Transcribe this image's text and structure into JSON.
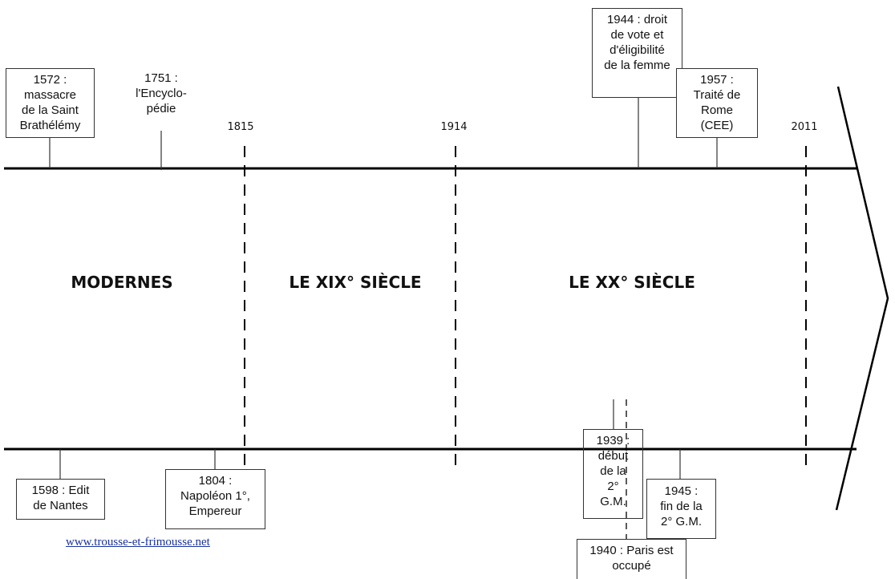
{
  "years": {
    "y1815": "1815",
    "y1914": "1914",
    "y2011": "2011"
  },
  "periods": {
    "modernes": "MODERNES",
    "xix": "LE XIX° SIÈCLE",
    "xx": "LE XX° SIÈCLE"
  },
  "events": {
    "e1572": [
      "1572 :",
      "massacre",
      "de la Saint",
      "Brathélémy"
    ],
    "e1751": [
      "1751 :",
      "l'Encyclo-",
      "pédie"
    ],
    "e1944": [
      "1944 : droit",
      "de vote et",
      "d'éligibilité",
      "de la femme"
    ],
    "e1957": [
      "1957 :",
      "Traité de",
      "Rome",
      "(CEE)"
    ],
    "e1598": [
      "1598 : Edit",
      "de Nantes"
    ],
    "e1804": [
      "1804 :",
      "Napoléon 1°,",
      "Empereur"
    ],
    "e1939": [
      "1939 :",
      "début",
      "de la",
      "2°",
      "G.M."
    ],
    "e1945": [
      "1945 :",
      "fin de la",
      "2° G.M."
    ],
    "e1940": [
      "1940 : Paris est",
      "occupé"
    ]
  },
  "link": "www.trousse-et-frimousse.net"
}
